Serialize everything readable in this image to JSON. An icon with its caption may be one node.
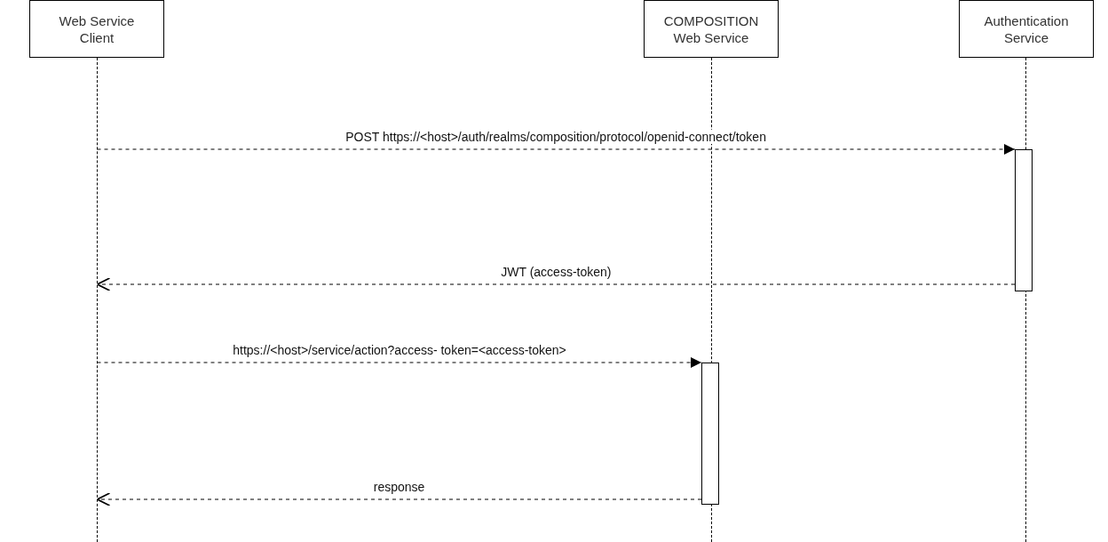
{
  "diagram": {
    "nodes": [
      {
        "text": [
          "Web Service Client"
        ]
      },
      {
        "text": [
          "COMPOSITION Web Service"
        ]
      },
      {
        "text": [
          "Authentication Service"
        ]
      },
      {
        "text": [],
        "shape": "line"
      },
      {
        "text": [],
        "shape": "line"
      },
      {
        "text": [],
        "shape": "line"
      },
      {
        "text": [],
        "shape": "bar"
      },
      {
        "text": [],
        "shape": "bar"
      }
    ],
    "edges": [
      {
        "from": 3,
        "to": 6,
        "arrow": "to",
        "style": "dashed",
        "label": "POST https://<host>/auth/realms/composition/protocol/openid-connect/token"
      },
      {
        "from": 6,
        "to": 3,
        "arrow": "to",
        "style": "dashed",
        "label": "JWT (access-token)"
      },
      {
        "from": 3,
        "to": 7,
        "arrow": "to",
        "style": "dashed",
        "label": "https://<host>/service/action?access- token=<access-token>"
      },
      {
        "from": 7,
        "to": 3,
        "arrow": "to",
        "style": "dashed",
        "label": "response"
      }
    ]
  }
}
